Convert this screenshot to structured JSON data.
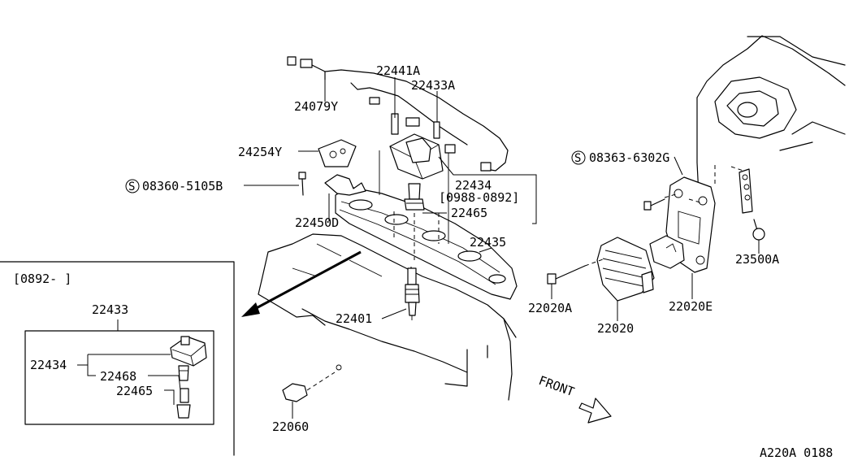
{
  "labels": {
    "p24079Y": "24079Y",
    "p22441A": "22441A",
    "p22433A": "22433A",
    "p24254Y": "24254Y",
    "p08360": "08360-5105B",
    "p22434": "22434",
    "p0988": "[0988-0892]",
    "p22465": "22465",
    "p22450D": "22450D",
    "p22435": "22435",
    "p22401": "22401",
    "p08363": "08363-6302G",
    "p22020A": "22020A",
    "p22020": "22020",
    "p22020E": "22020E",
    "p23500A": "23500A",
    "p22060": "22060",
    "inset_range": "[0892-     ]",
    "inset_22433": "22433",
    "inset_22434": "22434",
    "inset_22468": "22468",
    "inset_22465": "22465",
    "front": "FRONT",
    "s_symbol": "S",
    "drawing_code": "A220A 0188"
  }
}
